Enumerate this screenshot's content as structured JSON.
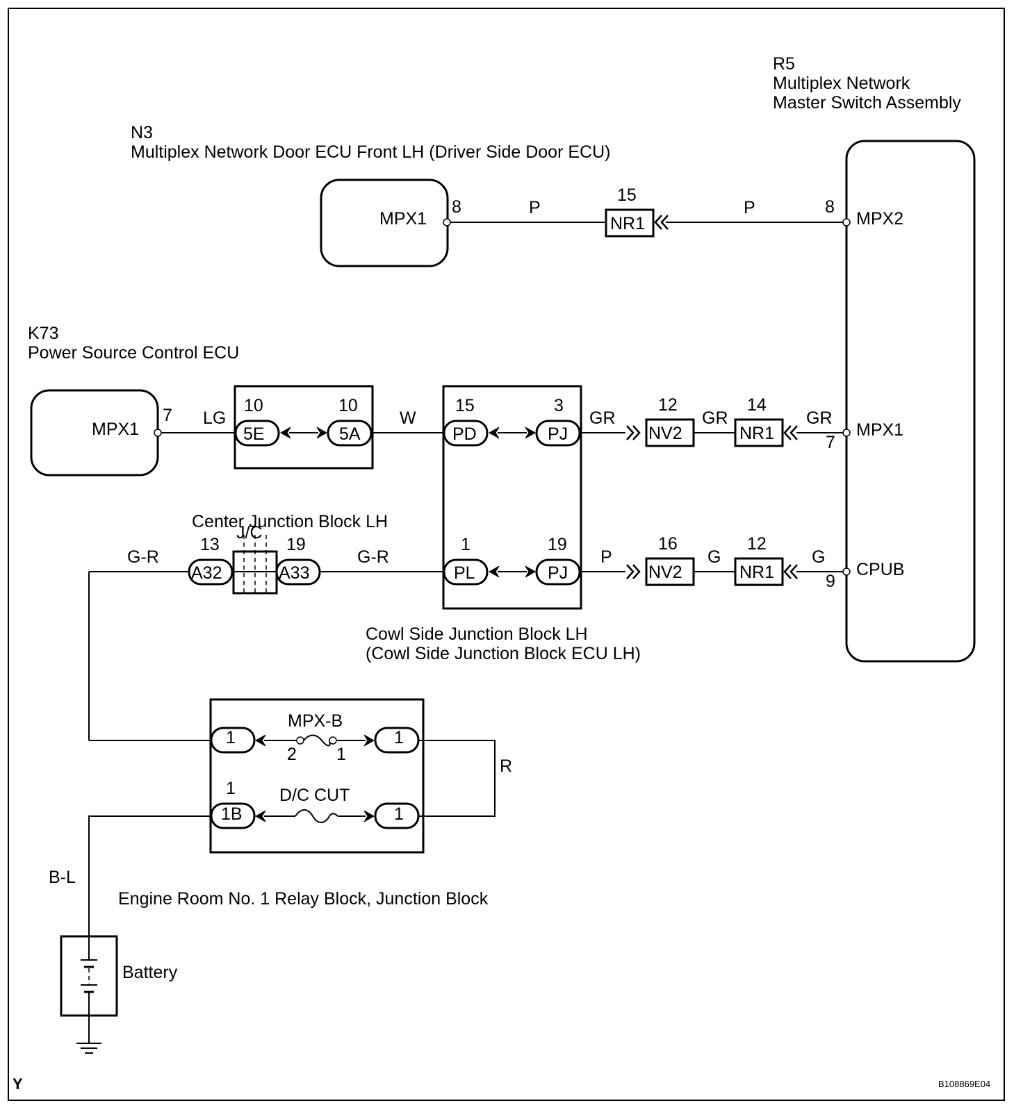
{
  "components": {
    "r5": {
      "code": "R5",
      "name_line1": "Multiplex Network",
      "name_line2": "Master Switch Assembly",
      "pin_mpx2": "MPX2",
      "pin_mpx1": "MPX1",
      "pin_cpub": "CPUB",
      "pin_mpx2_num": "8",
      "pin_mpx1_num": "7",
      "pin_cpub_num": "9"
    },
    "n3": {
      "code": "N3",
      "name": "Multiplex Network Door ECU Front LH (Driver Side Door ECU)",
      "pin": "MPX1",
      "pin_num": "8"
    },
    "k73": {
      "code": "K73",
      "name": "Power Source Control ECU",
      "pin": "MPX1",
      "pin_num": "7"
    },
    "center_jb": {
      "name": "Center Junction Block LH",
      "jc": "J/C",
      "left_conn": "A32",
      "left_num": "13",
      "right_conn": "A33",
      "right_num": "19"
    },
    "cowl_jb": {
      "name_line1": "Cowl Side Junction Block LH",
      "name_line2": "(Cowl Side Junction Block ECU LH)"
    },
    "engine_rb": {
      "name": "Engine Room No. 1 Relay Block, Junction Block",
      "fuse1": "MPX-B",
      "fuse1_pin_left": "2",
      "fuse1_pin_right": "1",
      "fuse2": "D/C CUT"
    },
    "battery": {
      "name": "Battery"
    }
  },
  "connectors": {
    "nr1_top": {
      "label": "NR1",
      "num": "15"
    },
    "c5e": {
      "label": "5E",
      "num": "10"
    },
    "c5a": {
      "label": "5A",
      "num": "10"
    },
    "pd": {
      "label": "PD",
      "num": "15"
    },
    "pj_top": {
      "label": "PJ",
      "num": "3"
    },
    "nv2_top": {
      "label": "NV2",
      "num": "12"
    },
    "nr1_mid": {
      "label": "NR1",
      "num": "14"
    },
    "pl": {
      "label": "PL",
      "num": "1"
    },
    "pj_bot": {
      "label": "PJ",
      "num": "19"
    },
    "nv2_bot": {
      "label": "NV2",
      "num": "16"
    },
    "nr1_bot": {
      "label": "NR1",
      "num": "12"
    },
    "er_1a": {
      "label": "1"
    },
    "er_1b": {
      "label": "1"
    },
    "er_1B": {
      "label": "1B",
      "num": "1"
    },
    "er_1c": {
      "label": "1"
    }
  },
  "wires": {
    "n3_left": "P",
    "n3_right": "P",
    "k73_lg": "LG",
    "w": "W",
    "gr1": "GR",
    "gr2": "GR",
    "gr3": "GR",
    "gr_left": "G-R",
    "gr_mid": "G-R",
    "p_bot": "P",
    "g1": "G",
    "g2": "G",
    "r": "R",
    "bl": "B-L"
  },
  "footer": {
    "left": "Y",
    "right": "B108869E04"
  }
}
